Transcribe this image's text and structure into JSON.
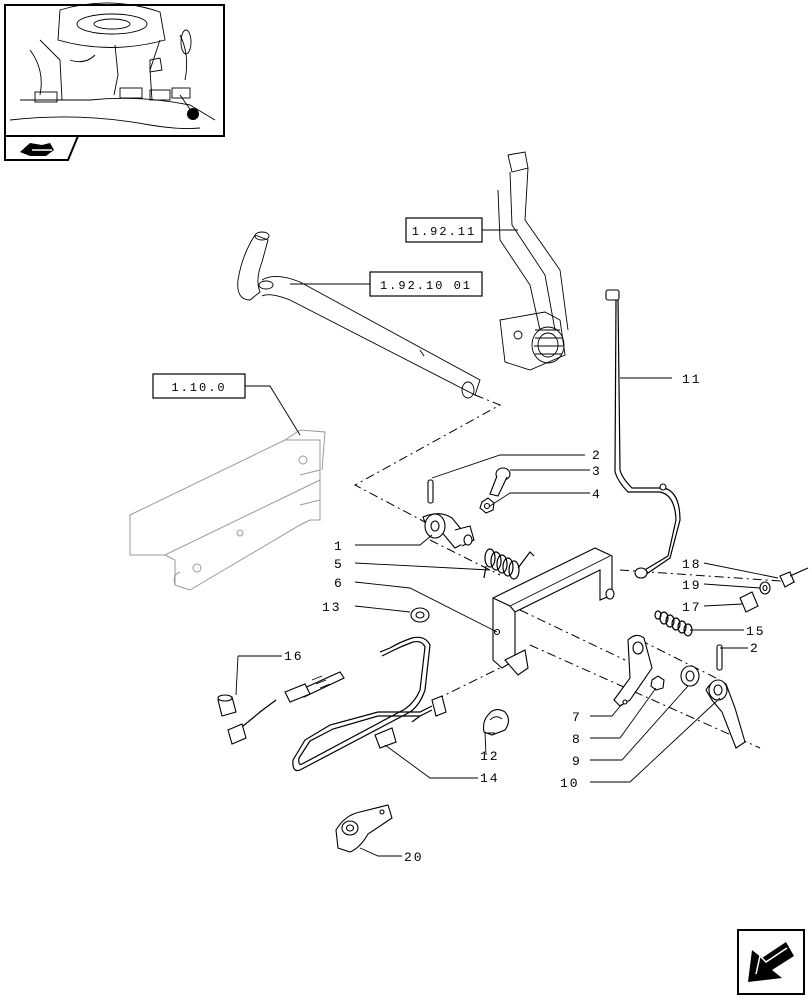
{
  "references": [
    {
      "id": "ref-1-92-11",
      "label": "1.92.11"
    },
    {
      "id": "ref-1-92-10-01",
      "label": "1.92.10 01"
    },
    {
      "id": "ref-1-10-0",
      "label": "1.10.0"
    }
  ],
  "callouts": {
    "c1": "1",
    "c2a": "2",
    "c2b": "2",
    "c3": "3",
    "c4": "4",
    "c5": "5",
    "c6": "6",
    "c7": "7",
    "c8": "8",
    "c9": "9",
    "c10": "10",
    "c11": "11",
    "c12": "12",
    "c13": "13",
    "c14": "14",
    "c15": "15",
    "c16": "16",
    "c17": "17",
    "c18": "18",
    "c19": "19",
    "c20": "20"
  },
  "icons": {
    "thumbnail": "tractor-pedal-thumbnail",
    "back": "back-arrow-icon",
    "next": "next-page-arrow-icon"
  }
}
